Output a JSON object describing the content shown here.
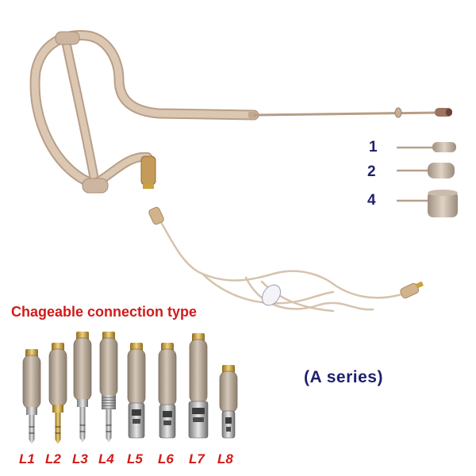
{
  "title": "Chageable connection type",
  "series_label": "(A series)",
  "capsule_sizes": [
    "1",
    "2",
    "4"
  ],
  "connectors": [
    "L1",
    "L2",
    "L3",
    "L4",
    "L5",
    "L6",
    "L7",
    "L8"
  ],
  "colors": {
    "skin": "#d8c2ad",
    "skin_dark": "#b89f88",
    "label_red": "#d21a1a",
    "label_navy": "#20206e",
    "plug_body": "#b7a896",
    "metal": "#c9c9c9",
    "gold": "#c9a23a"
  }
}
